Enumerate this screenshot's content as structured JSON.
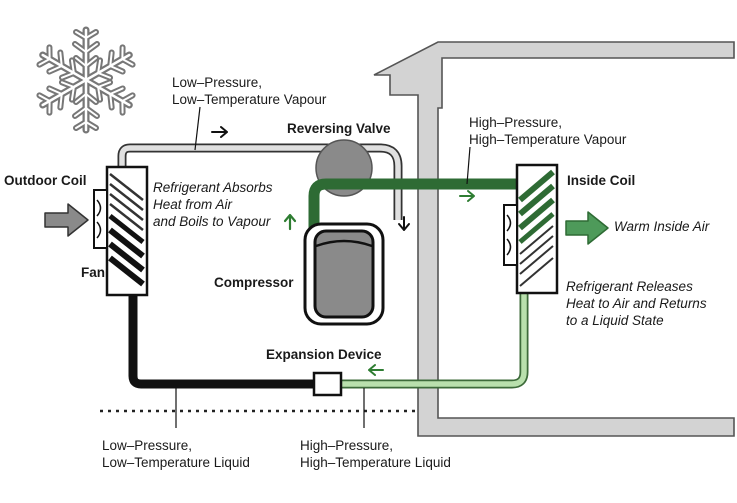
{
  "labels": {
    "outdoor_coil": "Outdoor Coil",
    "fan": "Fan",
    "compressor": "Compressor",
    "reversing_valve": "Reversing Valve",
    "inside_coil": "Inside Coil",
    "expansion_device": "Expansion Device",
    "warm_inside_air": "Warm Inside Air",
    "low_pressure_vapour": [
      "Low–Pressure,",
      "Low–Temperature Vapour"
    ],
    "high_pressure_vapour": [
      "High–Pressure,",
      "High–Temperature Vapour"
    ],
    "low_pressure_liquid": [
      "Low–Pressure,",
      "Low–Temperature Liquid"
    ],
    "high_pressure_liquid": [
      "High–Pressure,",
      "High–Temperature Liquid"
    ],
    "absorbs_heat": [
      "Refrigerant Absorbs",
      "Heat from Air",
      "and Boils to Vapour"
    ],
    "releases_heat": [
      "Refrigerant Releases",
      "Heat to Air and Returns",
      "to a Liquid State"
    ]
  },
  "icons": [
    "snowflake-icon",
    "house-outline",
    "outdoor-coil-icon",
    "inside-coil-icon",
    "fan-icon",
    "compressor-icon",
    "reversing-valve-icon",
    "expansion-device-icon",
    "flow-arrow-icon"
  ],
  "colors": {
    "high_pressure_vapour_pipe": "#2e6b34",
    "high_pressure_liquid_pipe": "#9ccc8f",
    "low_pressure_liquid_pipe": "#111111",
    "low_pressure_vapour_pipe": "#d9d9d9",
    "house": "#d3d3d3",
    "warm_air_arrow": "#4e9a5a",
    "outdoor_air_arrow": "#808080"
  }
}
